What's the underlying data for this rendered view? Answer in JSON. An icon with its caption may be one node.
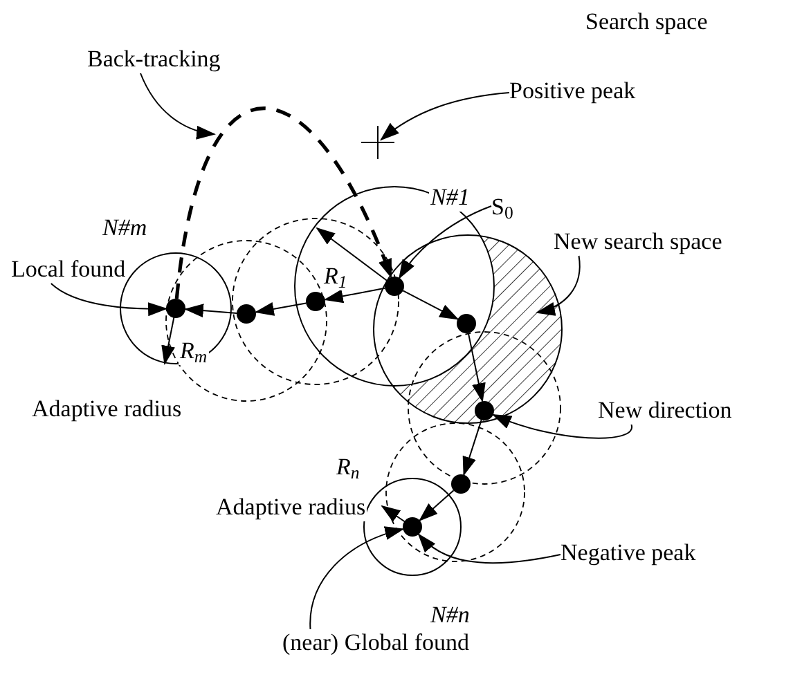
{
  "diagram": {
    "nodes": [
      {
        "text": [
          "Back-tracking"
        ]
      },
      {
        "text": [
          "Positive peak"
        ]
      },
      {
        "text": [],
        "shape": "cross"
      },
      {
        "text": [
          "S$_{0}$"
        ]
      },
      {
        "text": [
          "New search space"
        ]
      },
      {
        "text": [
          "Local found"
        ]
      },
      {
        "text": [],
        "shape": "circle"
      },
      {
        "text": [],
        "shape": "circle"
      },
      {
        "text": [],
        "shape": "circle"
      },
      {
        "text": [],
        "shape": "circle"
      },
      {
        "text": [],
        "shape": "circle"
      },
      {
        "text": [],
        "shape": "circle"
      },
      {
        "text": [
          "New direction"
        ]
      },
      {
        "text": [],
        "shape": "circle"
      },
      {
        "text": [],
        "shape": "circle"
      },
      {
        "text": [
          "Negative peak"
        ]
      },
      {
        "text": [
          "(near) Global found"
        ]
      }
    ],
    "edges": [
      {
        "from": 0,
        "to": null,
        "arrow": "to"
      },
      {
        "from": 1,
        "to": 2,
        "arrow": "to"
      },
      {
        "from": 3,
        "to": 9,
        "arrow": "to"
      },
      {
        "from": 4,
        "to": null,
        "arrow": "to"
      },
      {
        "from": 5,
        "to": 6,
        "arrow": "to"
      },
      {
        "from": 6,
        "to": 9,
        "arrow": "to",
        "style": "dashed"
      },
      {
        "from": 9,
        "to": 8,
        "arrow": "to"
      },
      {
        "from": 8,
        "to": 7,
        "arrow": "to"
      },
      {
        "from": 7,
        "to": 6,
        "arrow": "to"
      },
      {
        "from": 9,
        "to": 10,
        "arrow": "to"
      },
      {
        "from": 10,
        "to": 11,
        "arrow": "to"
      },
      {
        "from": 11,
        "to": 13,
        "arrow": "to"
      },
      {
        "from": 13,
        "to": 14,
        "arrow": "to"
      },
      {
        "from": 12,
        "to": 11,
        "arrow": "to"
      },
      {
        "from": 15,
        "to": 14,
        "arrow": "to"
      },
      {
        "from": 16,
        "to": 14,
        "arrow": "to"
      }
    ],
    "labels": [
      "Search space",
      "N#1",
      "N#m",
      "R$_{1}$",
      "R$_{m}$",
      "Adaptive radius",
      "R$_{n}$",
      "Adaptive radius",
      "N#n"
    ]
  }
}
